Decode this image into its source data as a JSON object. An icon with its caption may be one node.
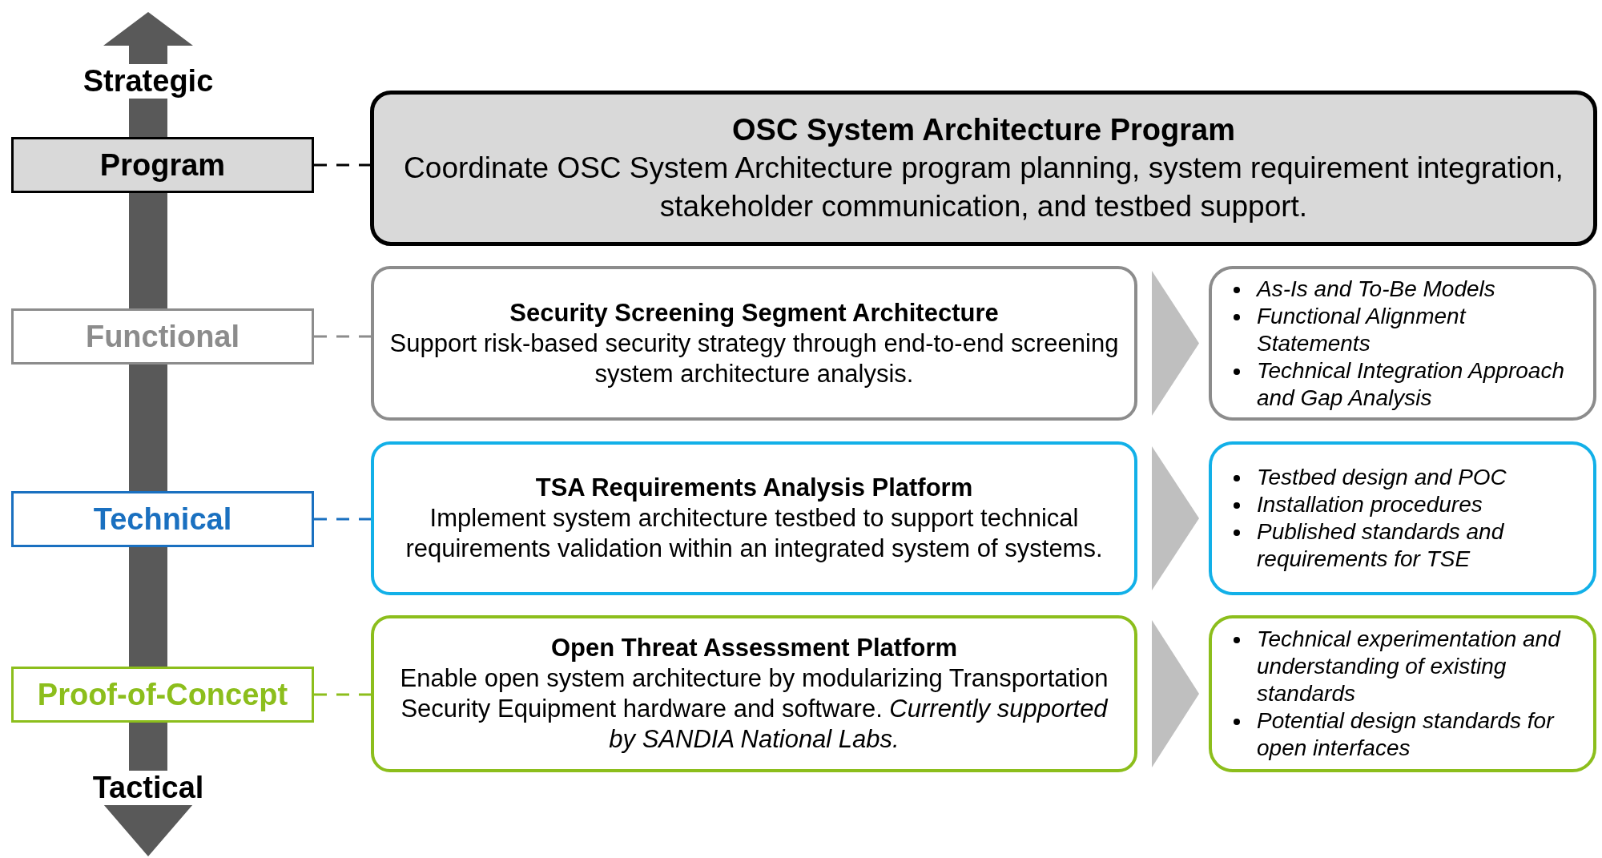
{
  "diagram": {
    "nodes": [
      {
        "text": [
          "Program"
        ]
      },
      {
        "text": [
          "OSC System Architecture Program",
          "Coordinate OSC System Architecture program planning, system requirement integration, stakeholder communication, and testbed support."
        ]
      },
      {
        "text": [
          "Functional"
        ]
      },
      {
        "text": [
          "Security Screening Segment Architecture",
          "Support risk-based security strategy through end-to-end screening system architecture analysis."
        ]
      },
      {
        "text": [
          "As-Is and To-Be Models",
          "Functional Alignment Statements",
          "Technical Integration Approach and Gap Analysis"
        ]
      },
      {
        "text": [
          "Technical"
        ]
      },
      {
        "text": [
          "TSA Requirements Analysis Platform",
          "Implement system architecture testbed to support technical requirements validation within an integrated system of systems."
        ]
      },
      {
        "text": [
          "Testbed design and POC",
          "Installation procedures",
          "Published standards and requirements for TSE"
        ]
      },
      {
        "text": [
          "Proof-of-Concept"
        ]
      },
      {
        "text": [
          "Open Threat Assessment Platform",
          "Enable open system architecture by modularizing Transportation Security Equipment hardware and software. *Currently supported by SANDIA National Labs.*"
        ]
      },
      {
        "text": [
          "Technical experimentation and understanding of existing standards",
          "Potential design standards for open interfaces"
        ]
      }
    ],
    "edges": [
      {
        "from": 0,
        "to": 1,
        "arrow": "none",
        "style": "dashed",
        "color": "#000000"
      },
      {
        "from": 2,
        "to": 3,
        "arrow": "none",
        "style": "dashed",
        "color": "#8c8c8c"
      },
      {
        "from": 3,
        "to": 4,
        "arrow": "to",
        "color": "#bfbfbf"
      },
      {
        "from": 5,
        "to": 6,
        "arrow": "none",
        "style": "dashed",
        "color": "#1a70c0"
      },
      {
        "from": 6,
        "to": 7,
        "arrow": "to",
        "color": "#bfbfbf"
      },
      {
        "from": 8,
        "to": 9,
        "arrow": "none",
        "style": "dashed",
        "color": "#8cbe1c"
      },
      {
        "from": 9,
        "to": 10,
        "arrow": "to",
        "color": "#bfbfbf"
      }
    ],
    "labels": [
      "Strategic",
      "Tactical"
    ]
  }
}
